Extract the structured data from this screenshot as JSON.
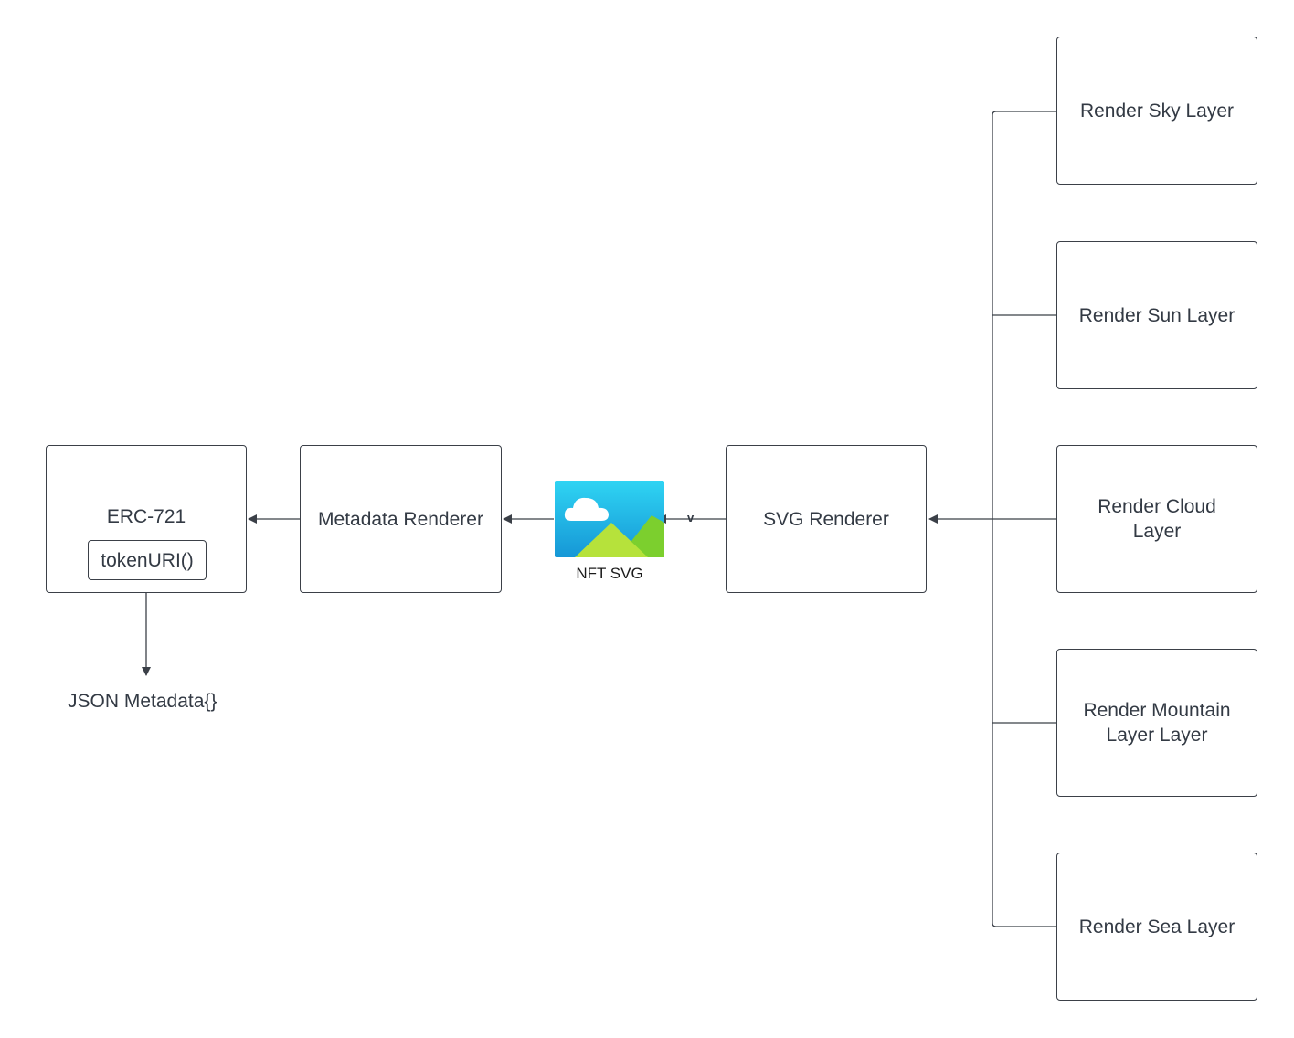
{
  "nodes": {
    "erc721": {
      "label": "ERC-721",
      "method": "tokenURI()"
    },
    "metadata_renderer": {
      "label": "Metadata Renderer"
    },
    "svg_renderer": {
      "label": "SVG Renderer"
    },
    "layers": [
      {
        "label": "Render Sky Layer"
      },
      {
        "label": "Render Sun Layer"
      },
      {
        "label": "Render Cloud Layer"
      },
      {
        "label": "Render Mountain Layer Layer"
      },
      {
        "label": "Render Sea Layer"
      }
    ]
  },
  "nft_svg": {
    "caption": "NFT SVG",
    "icon": "landscape-image-icon"
  },
  "output": {
    "label": "JSON Metadata{}"
  },
  "edge_label": "v",
  "colors": {
    "stroke": "#3b4048",
    "text": "#333a44",
    "sky_top": "#2fd4f3",
    "sky_bottom": "#1697d6",
    "hill_front": "#b6e23b",
    "hill_back": "#7ccf2e",
    "cloud": "#ffffff"
  }
}
